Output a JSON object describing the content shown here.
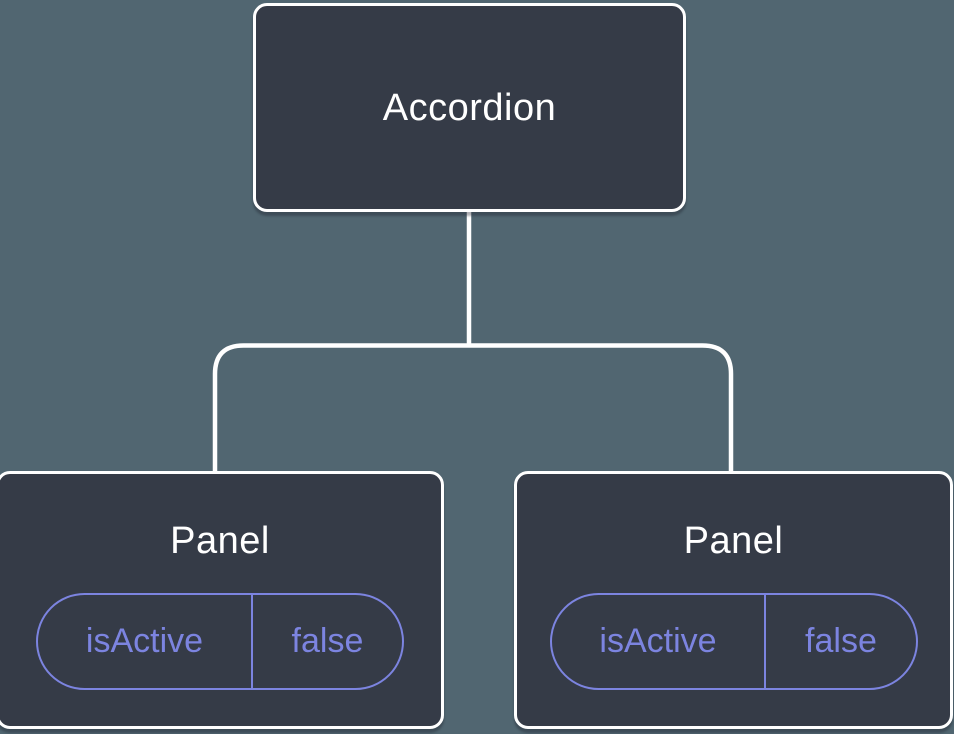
{
  "diagram": {
    "root": {
      "label": "Accordion"
    },
    "children": [
      {
        "label": "Panel",
        "state": {
          "key": "isActive",
          "value": "false"
        }
      },
      {
        "label": "Panel",
        "state": {
          "key": "isActive",
          "value": "false"
        }
      }
    ],
    "colors": {
      "background": "#516671",
      "node_fill": "#353B47",
      "node_border": "#FFFFFF",
      "connector": "#FFFFFF",
      "accent": "#7C84E0"
    }
  }
}
